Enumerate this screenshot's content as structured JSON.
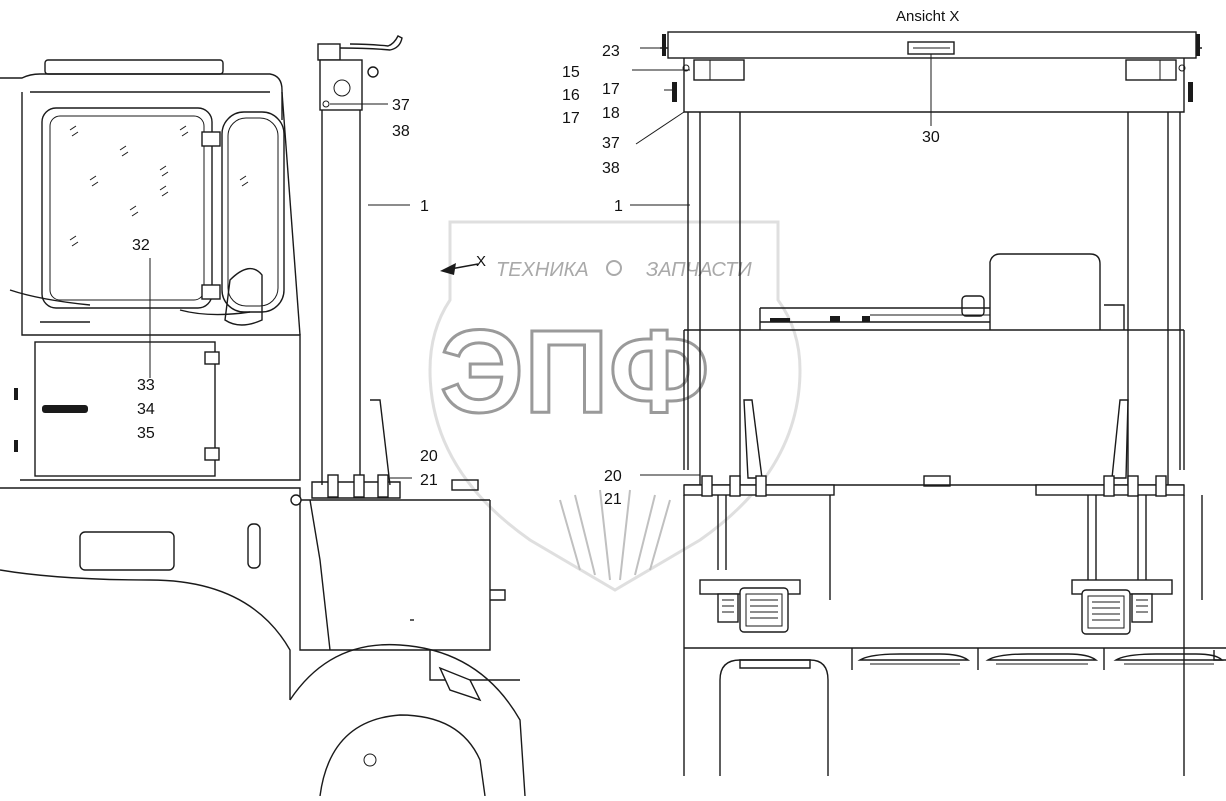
{
  "view_title": "Ansicht X",
  "view_arrow_label": "X",
  "watermark": {
    "top_left": "ТЕХНИКА",
    "top_right": "ЗАПЧАСТИ",
    "big": "ЭПФ"
  },
  "left_callouts": {
    "c1": "1",
    "c20": "20",
    "c21": "21",
    "c32": "32",
    "c33": "33",
    "c34": "34",
    "c35": "35",
    "c37": "37",
    "c38": "38"
  },
  "right_callouts": {
    "c1": "1",
    "c15": "15",
    "c16": "16",
    "c17a": "17",
    "c17b": "17",
    "c18": "18",
    "c20": "20",
    "c21": "21",
    "c23": "23",
    "c30": "30",
    "c37": "37",
    "c38": "38"
  }
}
